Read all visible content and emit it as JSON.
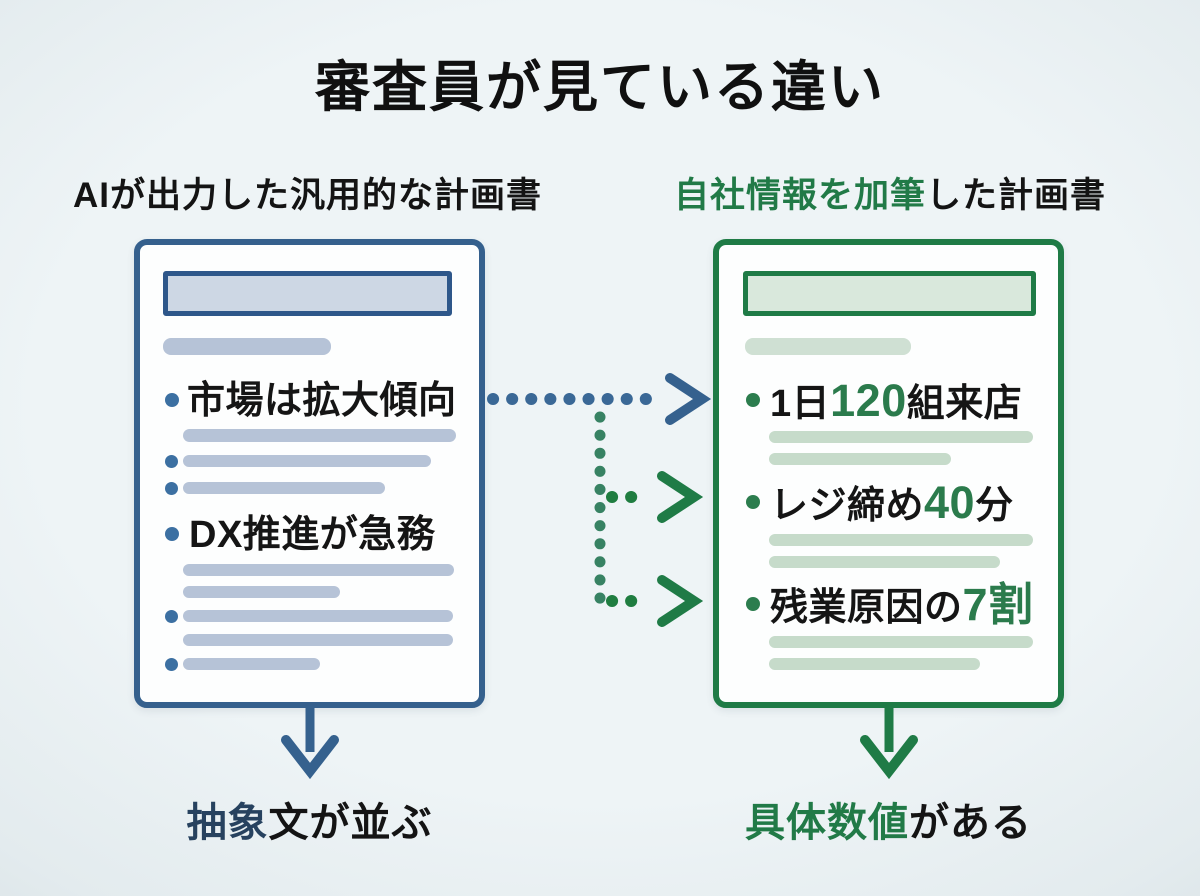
{
  "title": "審査員が見ている違い",
  "left_panel": {
    "heading": "AIが出力した汎用的な計画書",
    "bullet_1": "市場は拡大傾向",
    "bullet_2": "DX推進が急務",
    "caption_highlight": "抽象",
    "caption_rest": "文が並ぶ"
  },
  "right_panel": {
    "heading_highlight": "自社情報を加筆",
    "heading_rest": "した計画書",
    "bullet_1": {
      "pre": "1日",
      "num": "120",
      "post": "組来店"
    },
    "bullet_2": {
      "pre": "レジ締め",
      "num": "40",
      "post": "分"
    },
    "bullet_3": {
      "pre": "残業原因の",
      "num": "7割",
      "post": ""
    },
    "caption_highlight": "具体数値",
    "caption_rest": "がある"
  },
  "icons": {
    "left_to_right": "dotted-arrow-icon",
    "branch": "branch-dotted-line-icon",
    "down_left": "down-arrow-icon",
    "down_right": "down-arrow-icon"
  },
  "colors": {
    "background": "#eaf1f4",
    "blue_border": "#35608d",
    "blue_bullet": "#3c70a2",
    "blue_skeleton": "#b6c3d7",
    "navy_text": "#27425f",
    "green_border": "#1f7b46",
    "green_bullet": "#2c7d4e",
    "green_skeleton": "#c6dbca",
    "green_text": "#2b7b4c",
    "text": "#141414"
  }
}
